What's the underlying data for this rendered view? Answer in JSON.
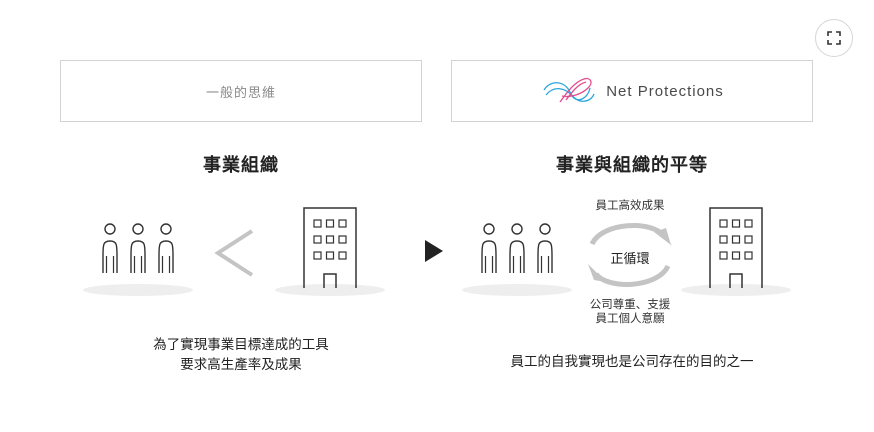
{
  "header": {
    "left_label": "一般的思維",
    "brand_name": "Net Protections"
  },
  "sections": {
    "left": {
      "title": "事業組織",
      "caption_line1": "為了實現事業目標達成的工具",
      "caption_line2": "要求高生產率及成果"
    },
    "right": {
      "title": "事業與組織的平等",
      "caption": "員工的自我實現也是公司存在的目的之一",
      "cycle_top": "員工高效成果",
      "cycle_center": "正循環",
      "cycle_bottom_line1": "公司尊重、支援",
      "cycle_bottom_line2": "員工個人意願"
    }
  },
  "colors": {
    "arrow_gray": "#c4c4c4",
    "line": "#333333",
    "shadow": "#eeeeee",
    "brand_pink": "#e64b8c",
    "brand_blue": "#2aa6dd"
  },
  "icons": {
    "fullscreen": "fullscreen-icon",
    "less_than": "less-than-icon",
    "play": "play-triangle-icon"
  }
}
